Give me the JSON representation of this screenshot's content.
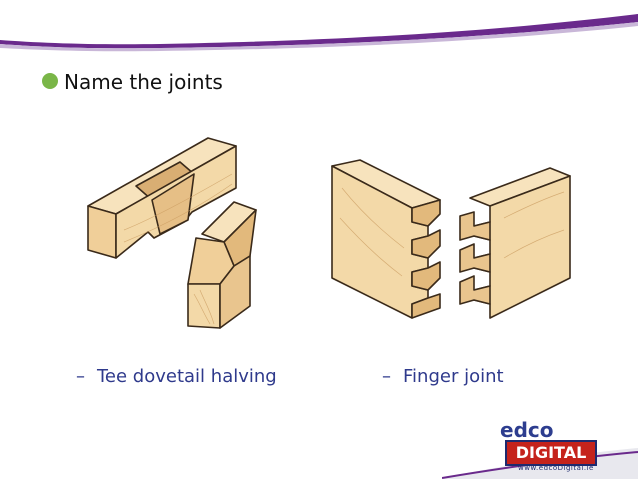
{
  "slide": {
    "bullet": "Name the joints",
    "joints": [
      {
        "dash": "–",
        "caption": "Tee dovetail halving"
      },
      {
        "dash": "–",
        "caption": "Finger joint"
      }
    ],
    "logo": {
      "brand_top": "edco",
      "brand_bottom": "DIGITAL",
      "url": "www.edcoDigital.ie"
    }
  },
  "colors": {
    "accent_purple": "#6a2a8c",
    "bullet_green": "#7ab648",
    "caption_blue": "#2f3a8c",
    "wood": "#f3d7a6",
    "wood_dark": "#e2b97c",
    "logo_red": "#c5231c",
    "logo_navy": "#1e2a6e"
  }
}
